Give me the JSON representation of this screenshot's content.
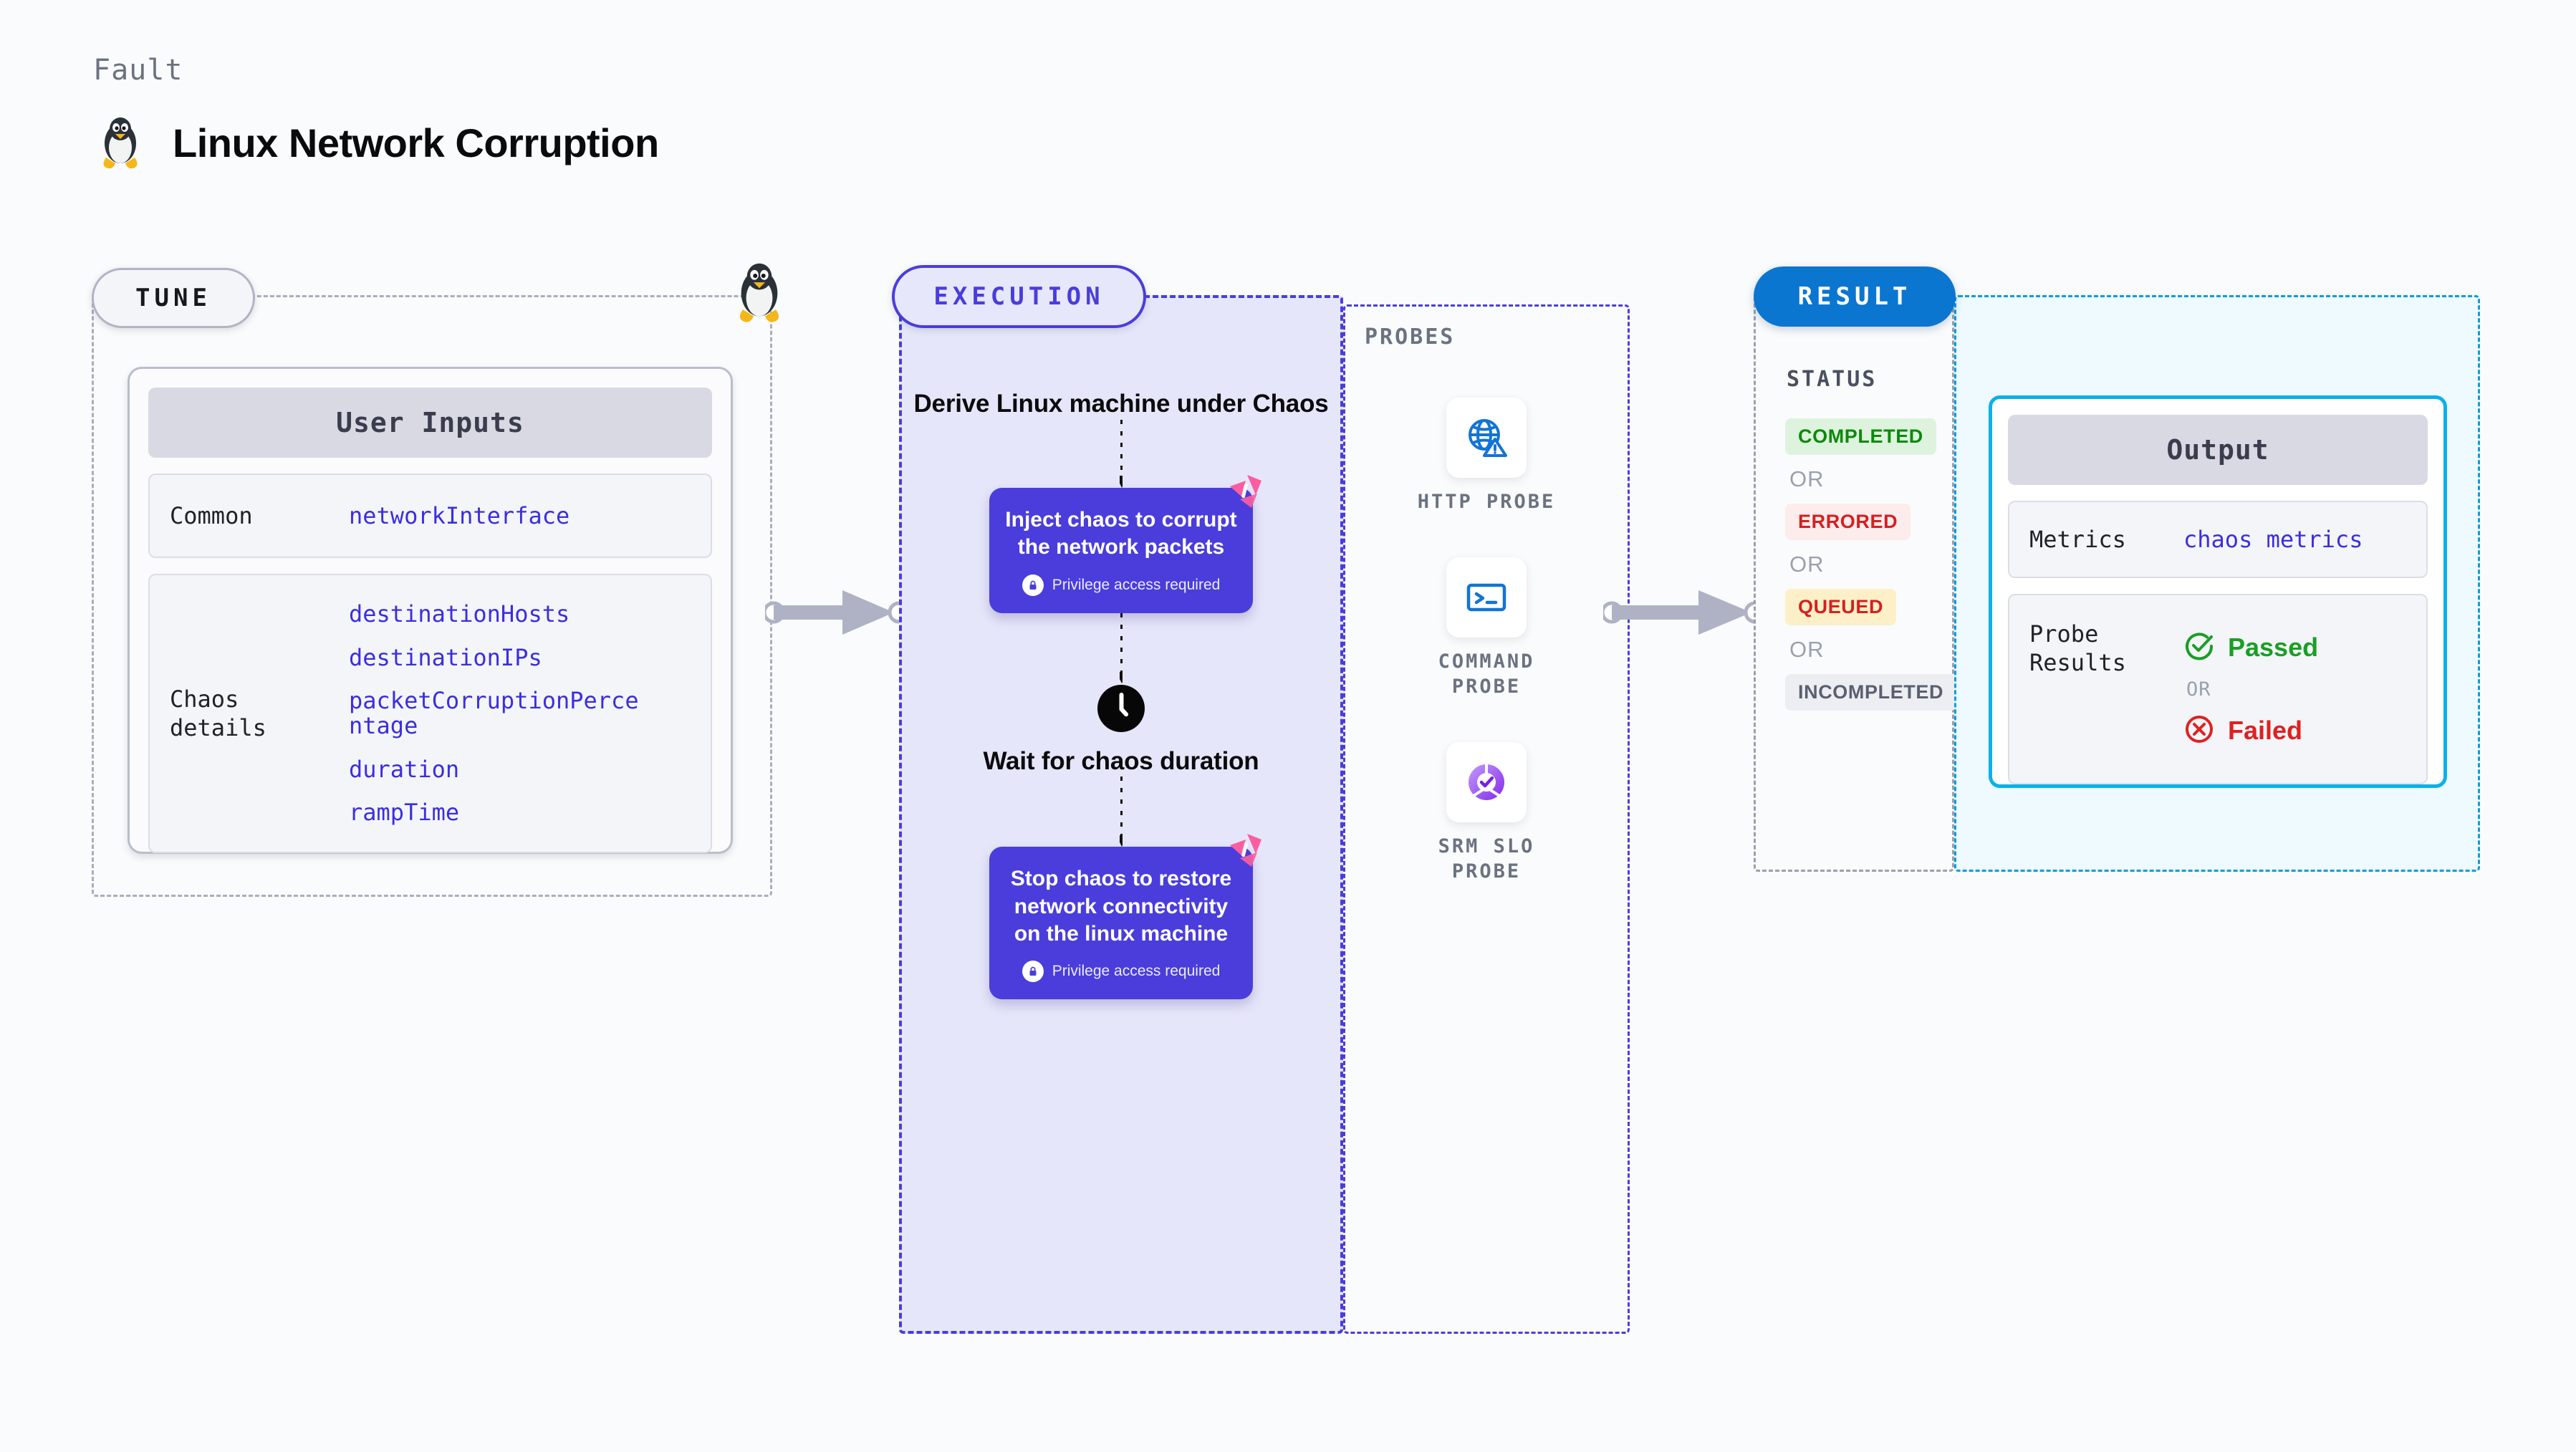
{
  "header": {
    "kicker": "Fault",
    "title": "Linux Network Corruption",
    "icon": "linux-penguin-icon"
  },
  "tune": {
    "pill_label": "TUNE",
    "card_title": "User Inputs",
    "rows": [
      {
        "key": "Common",
        "values": [
          "networkInterface"
        ]
      },
      {
        "key": "Chaos details",
        "values": [
          "destinationHosts",
          "destinationIPs",
          "packetCorruptionPercentage",
          "duration",
          "rampTime"
        ]
      }
    ],
    "mascot_icon": "linux-penguin-icon"
  },
  "execution": {
    "pill_label": "EXECUTION",
    "steps": [
      {
        "type": "label",
        "text": "Derive Linux machine under Chaos"
      },
      {
        "type": "node",
        "title": "Inject chaos to corrupt the network packets",
        "sub": "Privilege access required",
        "badge": "harness-chaos-icon"
      },
      {
        "type": "clock-label",
        "text": "Wait for chaos duration",
        "icon": "clock-icon"
      },
      {
        "type": "node",
        "title": "Stop chaos to restore network connectivity on the linux machine",
        "sub": "Privilege access required",
        "badge": "harness-chaos-icon"
      }
    ]
  },
  "probes": {
    "label": "PROBES",
    "items": [
      {
        "name": "HTTP PROBE",
        "icon": "globe-warning-icon"
      },
      {
        "name": "COMMAND\nPROBE",
        "icon": "terminal-icon"
      },
      {
        "name": "SRM SLO\nPROBE",
        "icon": "slo-gauge-check-icon"
      }
    ]
  },
  "result": {
    "pill_label": "RESULT",
    "status_label": "STATUS",
    "or_label": "OR",
    "statuses": [
      {
        "label": "COMPLETED",
        "bg": "#ddf3dd",
        "fg": "#0b8a0b"
      },
      {
        "label": "ERRORED",
        "bg": "#fdecec",
        "fg": "#d61f1f"
      },
      {
        "label": "QUEUED",
        "bg": "#fdf0c8",
        "fg": "#d61f1f"
      },
      {
        "label": "INCOMPLETED",
        "bg": "#eceef2",
        "fg": "#5a6070"
      }
    ]
  },
  "output": {
    "card_title": "Output",
    "metrics_key": "Metrics",
    "metrics_value": "chaos metrics",
    "probe_results_key": "Probe Results",
    "passed_label": "Passed",
    "failed_label": "Failed",
    "or_label": "OR",
    "passed_icon": "check-circle-icon",
    "failed_icon": "x-circle-icon"
  },
  "connectors": {
    "tune_to_execution": "arrow-right-icon",
    "probes_to_result": "arrow-right-icon"
  },
  "colors": {
    "accent_purple": "#4a3ddb",
    "accent_blue": "#0b76d0",
    "accent_cyan": "#0bb0ec",
    "code_blue": "#3b2ee0",
    "pink": "#fa5ea0",
    "green": "#0b8a0b",
    "red": "#d61f1f"
  }
}
